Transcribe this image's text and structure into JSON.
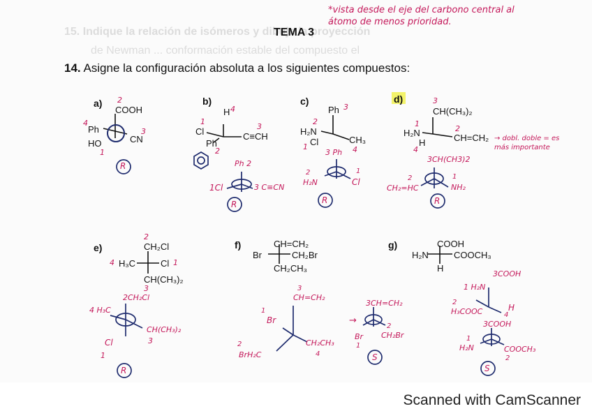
{
  "page": {
    "title": "TEMA 3",
    "question_number": "14.",
    "question_text": "Asigne la configuración absoluta a los siguientes compuestos:",
    "margin_note": "*vista desde el eje del carbono central al átomo de menos prioridad.",
    "bleed_text": [
      "15. Indique la relación de isómeros y dibuje la proyección",
      "de Newman ... conformación estable del compuesto el"
    ]
  },
  "items": {
    "a": {
      "label": "a)",
      "top": "COOH",
      "left": "Ph",
      "right": "CN",
      "bottom": "HO",
      "priorities": [
        "2",
        "4",
        "3",
        "1"
      ],
      "answer": "R"
    },
    "b": {
      "label": "b)",
      "top": "H",
      "left": "Cl",
      "right": "C≡CH",
      "bottom": "Ph",
      "priorities": [
        "4",
        "1",
        "3",
        "2"
      ],
      "sketch": {
        "left": "Cl",
        "top": "Ph",
        "right": "C≡CN",
        "num_left": "1",
        "num_top": "2",
        "num_right": "3"
      },
      "answer": "R"
    },
    "c": {
      "label": "c)",
      "top": "Ph",
      "left": "H₂N",
      "right": "CH₃",
      "bottom": "Cl",
      "priorities": [
        "3",
        "2",
        "4",
        "1"
      ],
      "sketch": {
        "top": "Ph",
        "left": "H₂N",
        "right": "Cl",
        "num_top": "3",
        "num_left": "2",
        "num_right": "1"
      },
      "answer": "R"
    },
    "d": {
      "label": "d)",
      "top": "CH(CH₃)₂",
      "left": "H₂N",
      "right": "CH=CH₂",
      "bottom": "H",
      "priorities": [
        "3",
        "1",
        "2",
        "4"
      ],
      "note": "→ dobl. doble = es más importante",
      "sketch": {
        "top": "CH(CH3)2",
        "left": "CH₂=HC",
        "right": "NH₂",
        "num_top": "3",
        "num_left": "2",
        "num_right": "1"
      },
      "answer": "R"
    },
    "e": {
      "label": "e)",
      "line1": "CH₂Cl",
      "line2_left": "H₃C",
      "line2_right": "Cl",
      "line3": "CH(CH₃)₂",
      "nums": {
        "top": "2",
        "left": "4",
        "right": "1",
        "bottom": "3"
      },
      "sketch": {
        "top": "CH₂Cl",
        "left": "H₃C",
        "right": "CH(CH₃)₂",
        "bottom": "Cl",
        "num_top": "2",
        "num_left": "4",
        "num_right": "3",
        "num_bottom": "1"
      },
      "answer": "R"
    },
    "f": {
      "label": "f)",
      "line1": "CH=CH₂",
      "line2_left": "Br",
      "line2_right": "CH₂Br",
      "line3": "CH₂CH₃",
      "sketch": {
        "top": "CH=CH₂",
        "left": "Br",
        "bottom_left": "BrH₂C",
        "right": "CH₂CH₃",
        "num_top": "3",
        "num_left": "1",
        "num_bl": "2",
        "num_right": "4"
      },
      "sketch2": {
        "top": "CH=CH₂",
        "left": "Br",
        "right": "CH₂Br",
        "num_top": "3",
        "num_left": "1",
        "num_right": "2"
      },
      "answer": "S"
    },
    "g": {
      "label": "g)",
      "line1": "COOH",
      "line2_left": "H₂N",
      "line2_right": "COOCH₃",
      "line3": "H",
      "sketch": {
        "top": "COOH",
        "left_top": "H₂N",
        "left": "H₃COOC",
        "right": "H",
        "num_top": "3",
        "num_lt": "1",
        "num_left": "2",
        "num_right": "4"
      },
      "sketch2": {
        "top": "COOH",
        "left": "H₂N",
        "right": "COOCH₃",
        "num_top": "3",
        "num_left": "1",
        "num_right": "2"
      },
      "answer": "S"
    }
  },
  "footer": {
    "text": "Scanned with CamScanner"
  },
  "colors": {
    "ink": "#111111",
    "handwriting": "#c4185a",
    "highlight": "#f3f36a",
    "faint": "#dcdcdc"
  }
}
